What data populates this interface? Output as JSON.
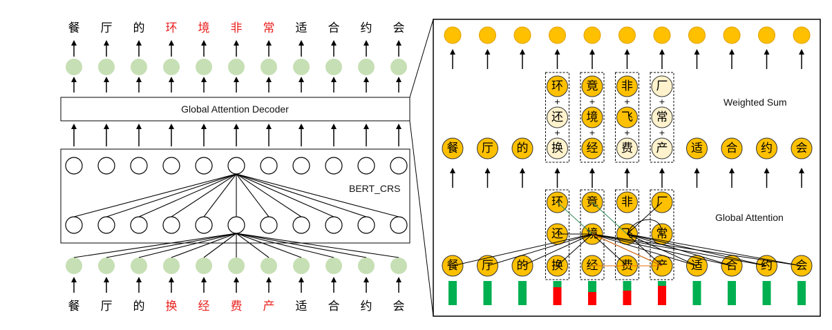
{
  "left": {
    "output_chars": [
      "餐",
      "厅",
      "的",
      "环",
      "境",
      "非",
      "常",
      "适",
      "合",
      "约",
      "会"
    ],
    "output_highlight": [
      false,
      false,
      false,
      true,
      true,
      true,
      true,
      false,
      false,
      false,
      false
    ],
    "input_chars": [
      "餐",
      "厅",
      "的",
      "换",
      "经",
      "费",
      "产",
      "适",
      "合",
      "约",
      "会"
    ],
    "input_highlight": [
      false,
      false,
      false,
      true,
      true,
      true,
      true,
      false,
      false,
      false,
      false
    ],
    "decoder_label": "Global Attention Decoder",
    "bert_label": "BERT_CRS"
  },
  "right": {
    "weighted_sum_label": "Weighted Sum",
    "global_attention_label": "Global Attention",
    "mid_row_chars": [
      "餐",
      "厅",
      "的",
      "",
      "",
      "",
      "",
      "适",
      "合",
      "约",
      "会"
    ],
    "bottom_row_chars": [
      "餐",
      "厅",
      "的",
      "换",
      "经",
      "费",
      "产",
      "适",
      "合",
      "约",
      "会"
    ],
    "cand_upper": [
      [
        "环",
        "还",
        "换"
      ],
      [
        "竟",
        "境",
        "经"
      ],
      [
        "非",
        "飞",
        "费"
      ],
      [
        "厂",
        "常",
        "产"
      ]
    ],
    "cand_lower": [
      [
        "环",
        "还"
      ],
      [
        "竟",
        "境"
      ],
      [
        "非",
        "飞"
      ],
      [
        "厂",
        "常"
      ]
    ],
    "bar_status": [
      "ok",
      "ok",
      "ok",
      "error",
      "error",
      "error",
      "error",
      "ok",
      "ok",
      "ok",
      "ok"
    ],
    "bar_level": [
      1,
      1,
      1,
      0.75,
      0.55,
      0.6,
      0.8,
      1,
      1,
      1,
      1
    ]
  },
  "colors": {
    "highlight": "#e8211f",
    "green_node": "#c6dfb4",
    "orange_node": "#ffc000",
    "pale_node": "#fff2cc",
    "bar_ok": "#00b050",
    "bar_error": "#ff0000"
  }
}
